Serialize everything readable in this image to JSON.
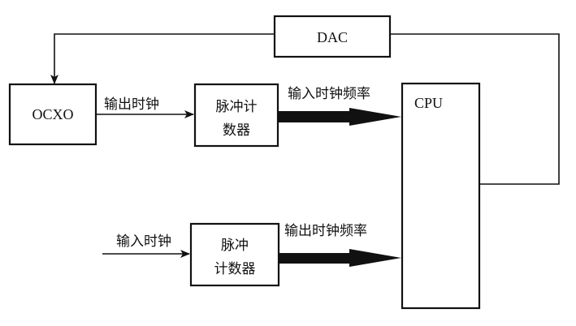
{
  "nodes": {
    "dac": "DAC",
    "ocxo": "OCXO",
    "cpu": "CPU",
    "counter_top": [
      "脉冲计",
      "数器"
    ],
    "counter_bottom": [
      "脉冲",
      "计数器"
    ]
  },
  "edges": {
    "ocxo_to_counter": "输出时钟",
    "counter_top_to_cpu": "输入时钟频率",
    "input_to_counter": "输入时钟",
    "counter_bottom_to_cpu": "输出时钟频率"
  }
}
